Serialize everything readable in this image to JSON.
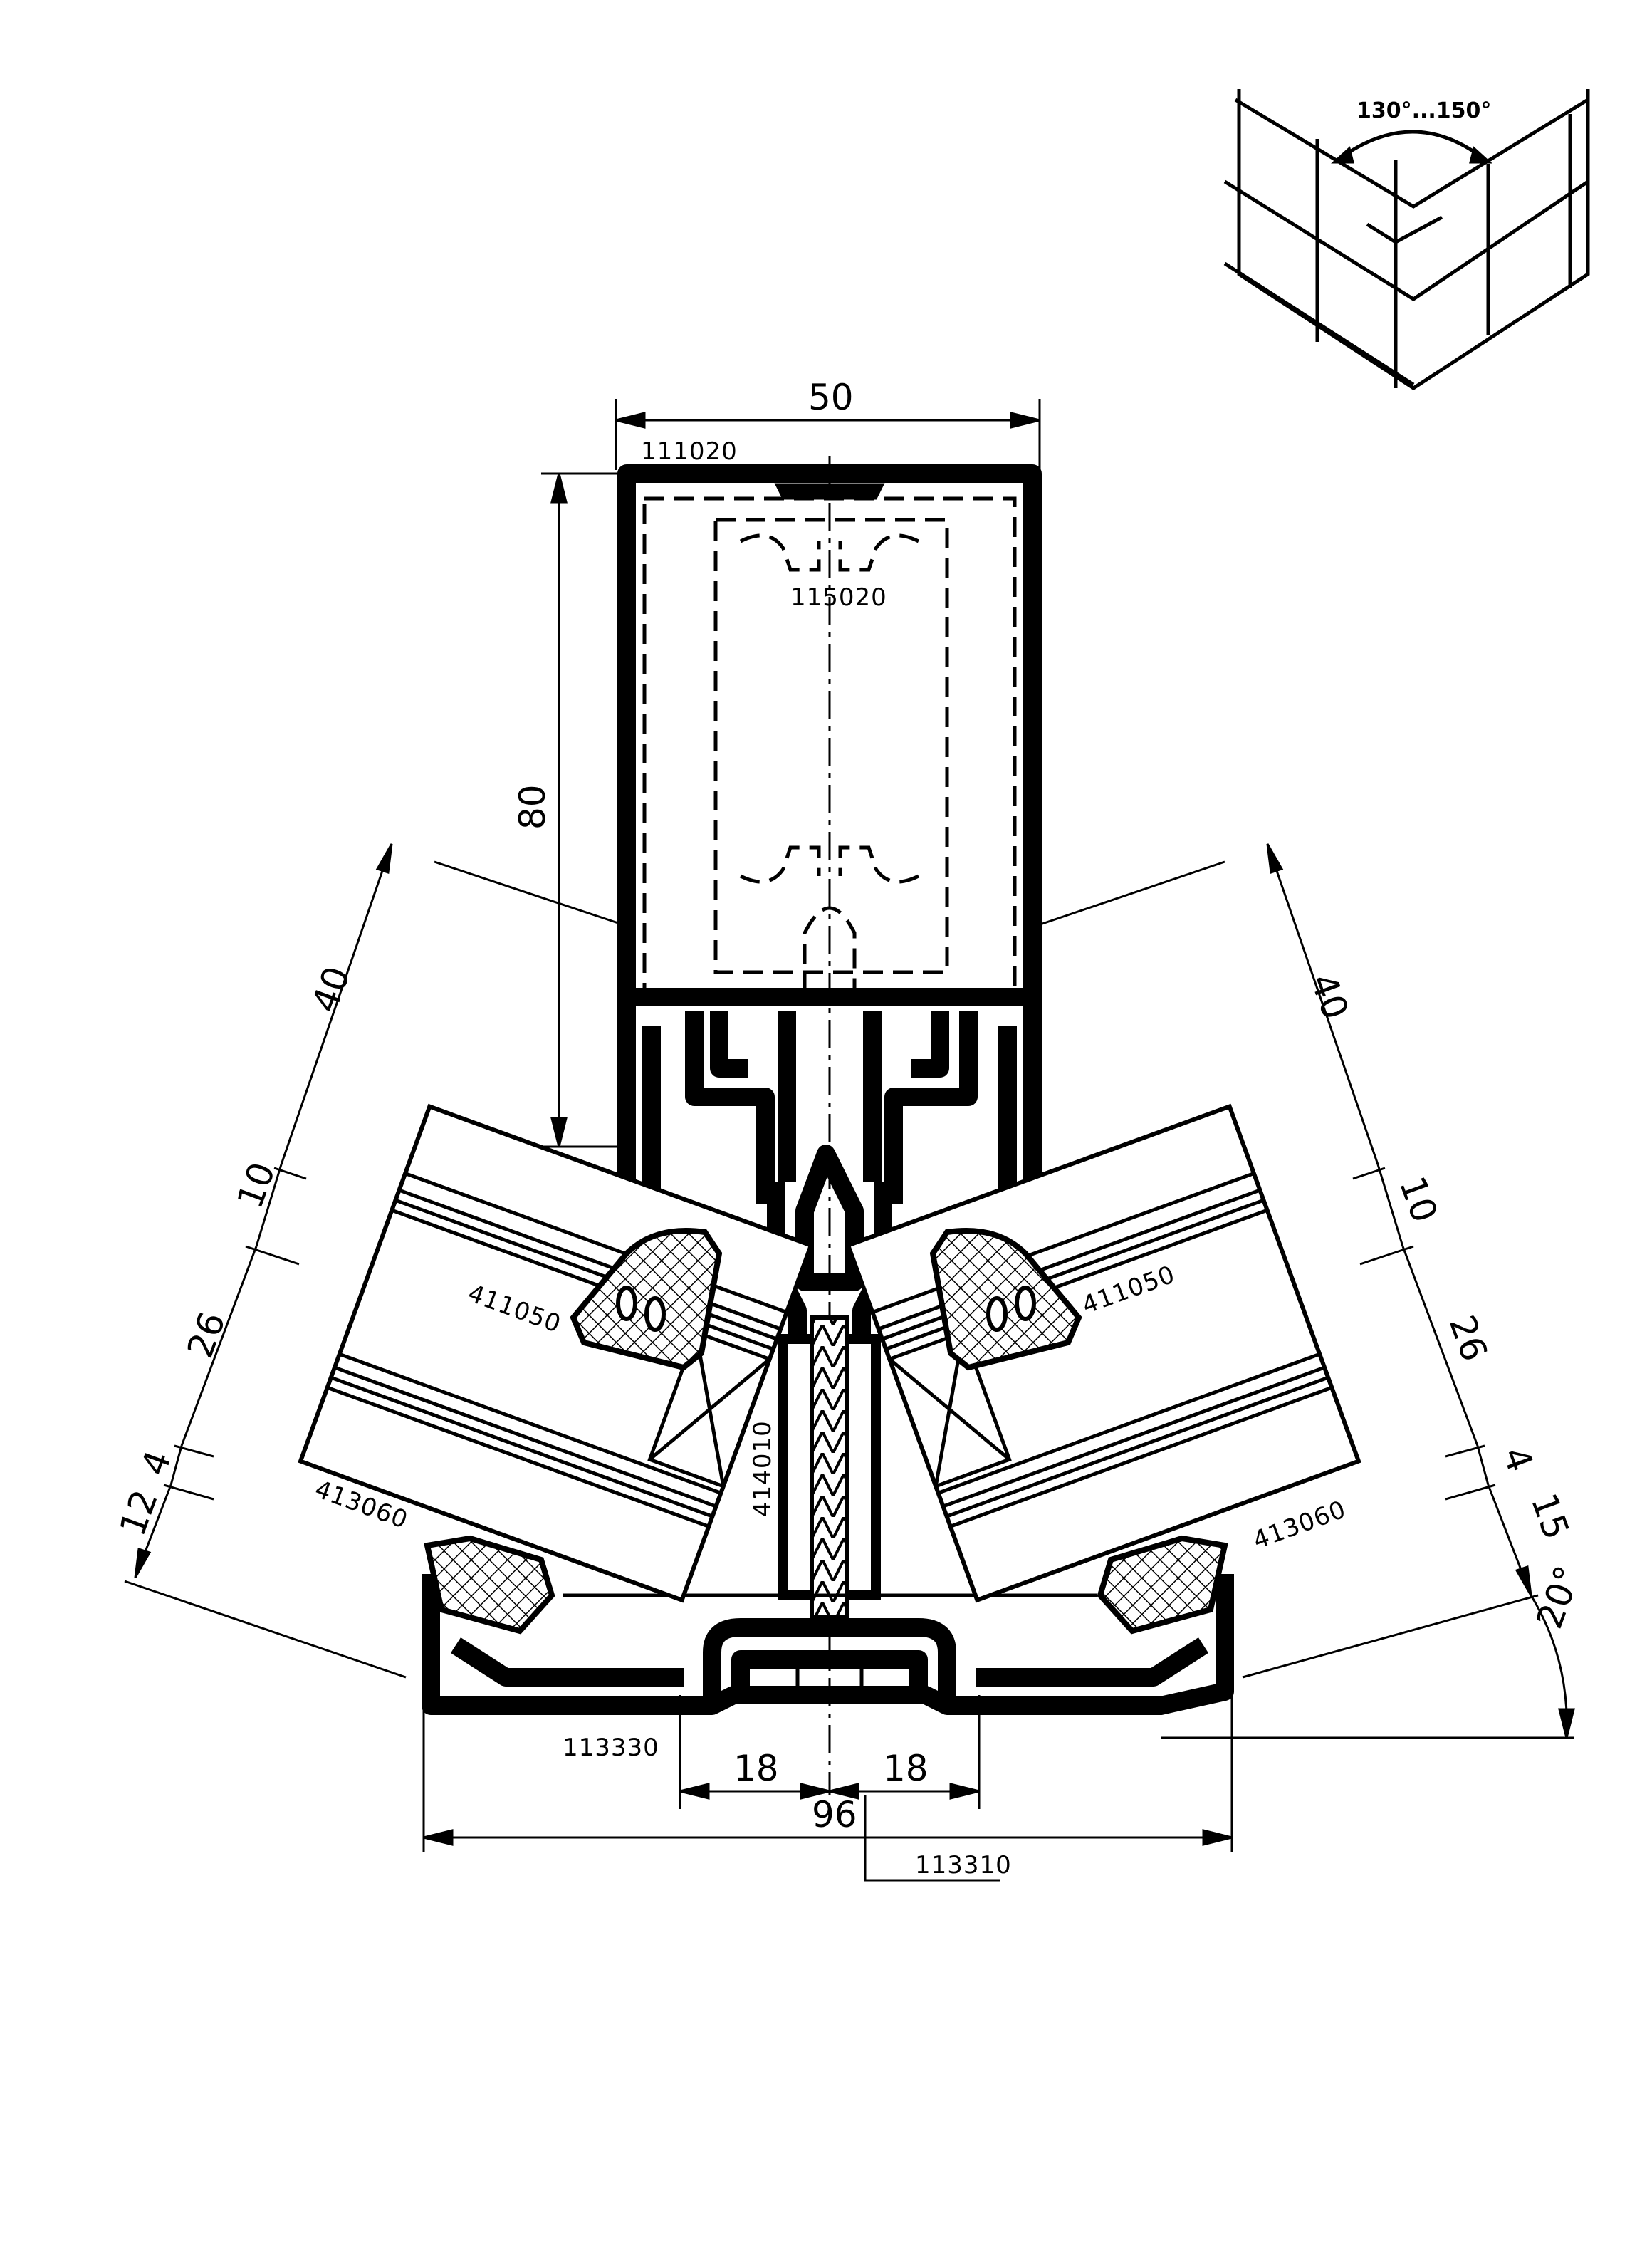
{
  "inset": {
    "angle_label": "130°...150°"
  },
  "dimensions": {
    "width_top": "50",
    "height_mullion": "80",
    "left_glass_total": "40",
    "left_gap": "10",
    "left_pane_a": "26",
    "left_spacer": "4",
    "left_pane_b": "12",
    "right_glass_total": "40",
    "right_gap": "10",
    "right_pane_a": "26",
    "right_spacer": "4",
    "right_pane_b": "15",
    "angle": "20°",
    "bottom_half_left": "18",
    "bottom_half_right": "18",
    "bottom_total": "96"
  },
  "parts": {
    "mullion": "111020",
    "insert": "115020",
    "gasket_outer_left": "411050",
    "gasket_outer_right": "411050",
    "gasket_inner_left": "413060",
    "gasket_inner_right": "413060",
    "screw": "414010",
    "cover_left": "113330",
    "pressure_plate": "113310"
  }
}
